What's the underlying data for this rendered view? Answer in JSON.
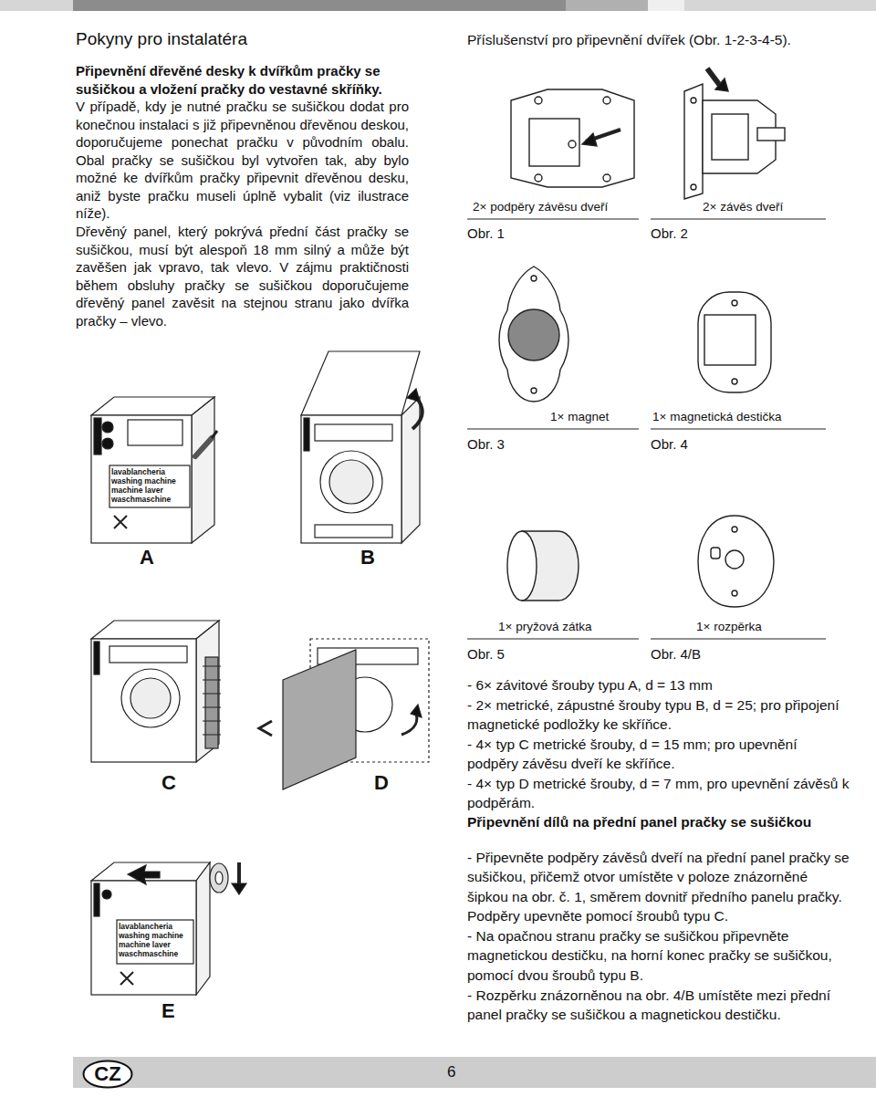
{
  "diagram": {
    "title": "Pokyny pro instalatéra",
    "nodes": [
      {
        "text": [
          "CZ"
        ]
      }
    ],
    "labels": [
      "Příslušenství pro připevnění dvířek (Obr. 1-2-3-4-5).",
      "Připevnění dřevěné desky k dvířkům pračky se sušičkou a vložení pračky do vestavné skříňky.",
      "V případě, kdy je nutné pračku se sušičkou dodat pro konečnou instalaci s již připevněnou dřevěnou deskou, doporučujeme ponechat pračku v původním obalu. Obal pračky se sušičkou byl vytvořen tak, aby bylo možné ke dvířkům pračky připevnit dřevěnou desku, aniž byste pračku museli úplně vybalit (viz ilustrace níže).",
      "Dřevěný panel, který pokrývá přední část pračky se sušičkou, musí být alespoň 18 mm silný a může být zavěšen jak vpravo, tak vlevo. V zájmu praktičnosti během obsluhy pračky se sušičkou doporučujeme dřevěný panel zavěsit na stejnou stranu jako dvířka pračky – vlevo.",
      "lavablancheria washing machine machine laver waschmaschine",
      "A",
      "B",
      "C",
      "D",
      "lavablancheria washing machine machine laver waschmaschine",
      "E",
      "2× podpěry závěsu dveří",
      "Obr. 1",
      "2× závěs dveří",
      "Obr. 2",
      "1× magnet",
      "1× magnetická destička",
      "Obr. 3",
      "Obr. 4",
      "1× pryžová zátka",
      "1× rozpěrka",
      "Obr. 5",
      "Obr. 4/B",
      "- 6× závitové šrouby typu A, d = 13 mm",
      "- 2× metrické, zápustné šrouby typu B, d = 25; pro připojení magnetické podložky ke skříňce.",
      "- 4× typ C metrické šrouby, d = 15 mm; pro upevnění podpěry závěsu dveří ke skříňce.",
      "- 4× typ D metrické šrouby, d = 7 mm, pro upevnění závěsů k podpěrám.",
      "Připevnění dílů na přední panel pračky se sušičkou",
      "- Připevněte podpěry závěsů dveří na přední panel pračky se sušičkou, přičemž otvor umístěte v poloze znázorněné šipkou na obr. č. 1, směrem dovnitř předního panelu pračky. Podpěry upevněte pomocí šroubů typu C.",
      "- Na opačnou stranu pračky se sušičkou připevněte magnetickou destičku, na horní konec pračky se sušičkou, pomocí dvou šroubů typu B.",
      "- Rozpěrku znázorněnou na obr. 4/B umístěte mezi přední panel pračky se sušičkou a magnetickou destičku.",
      "6"
    ]
  }
}
